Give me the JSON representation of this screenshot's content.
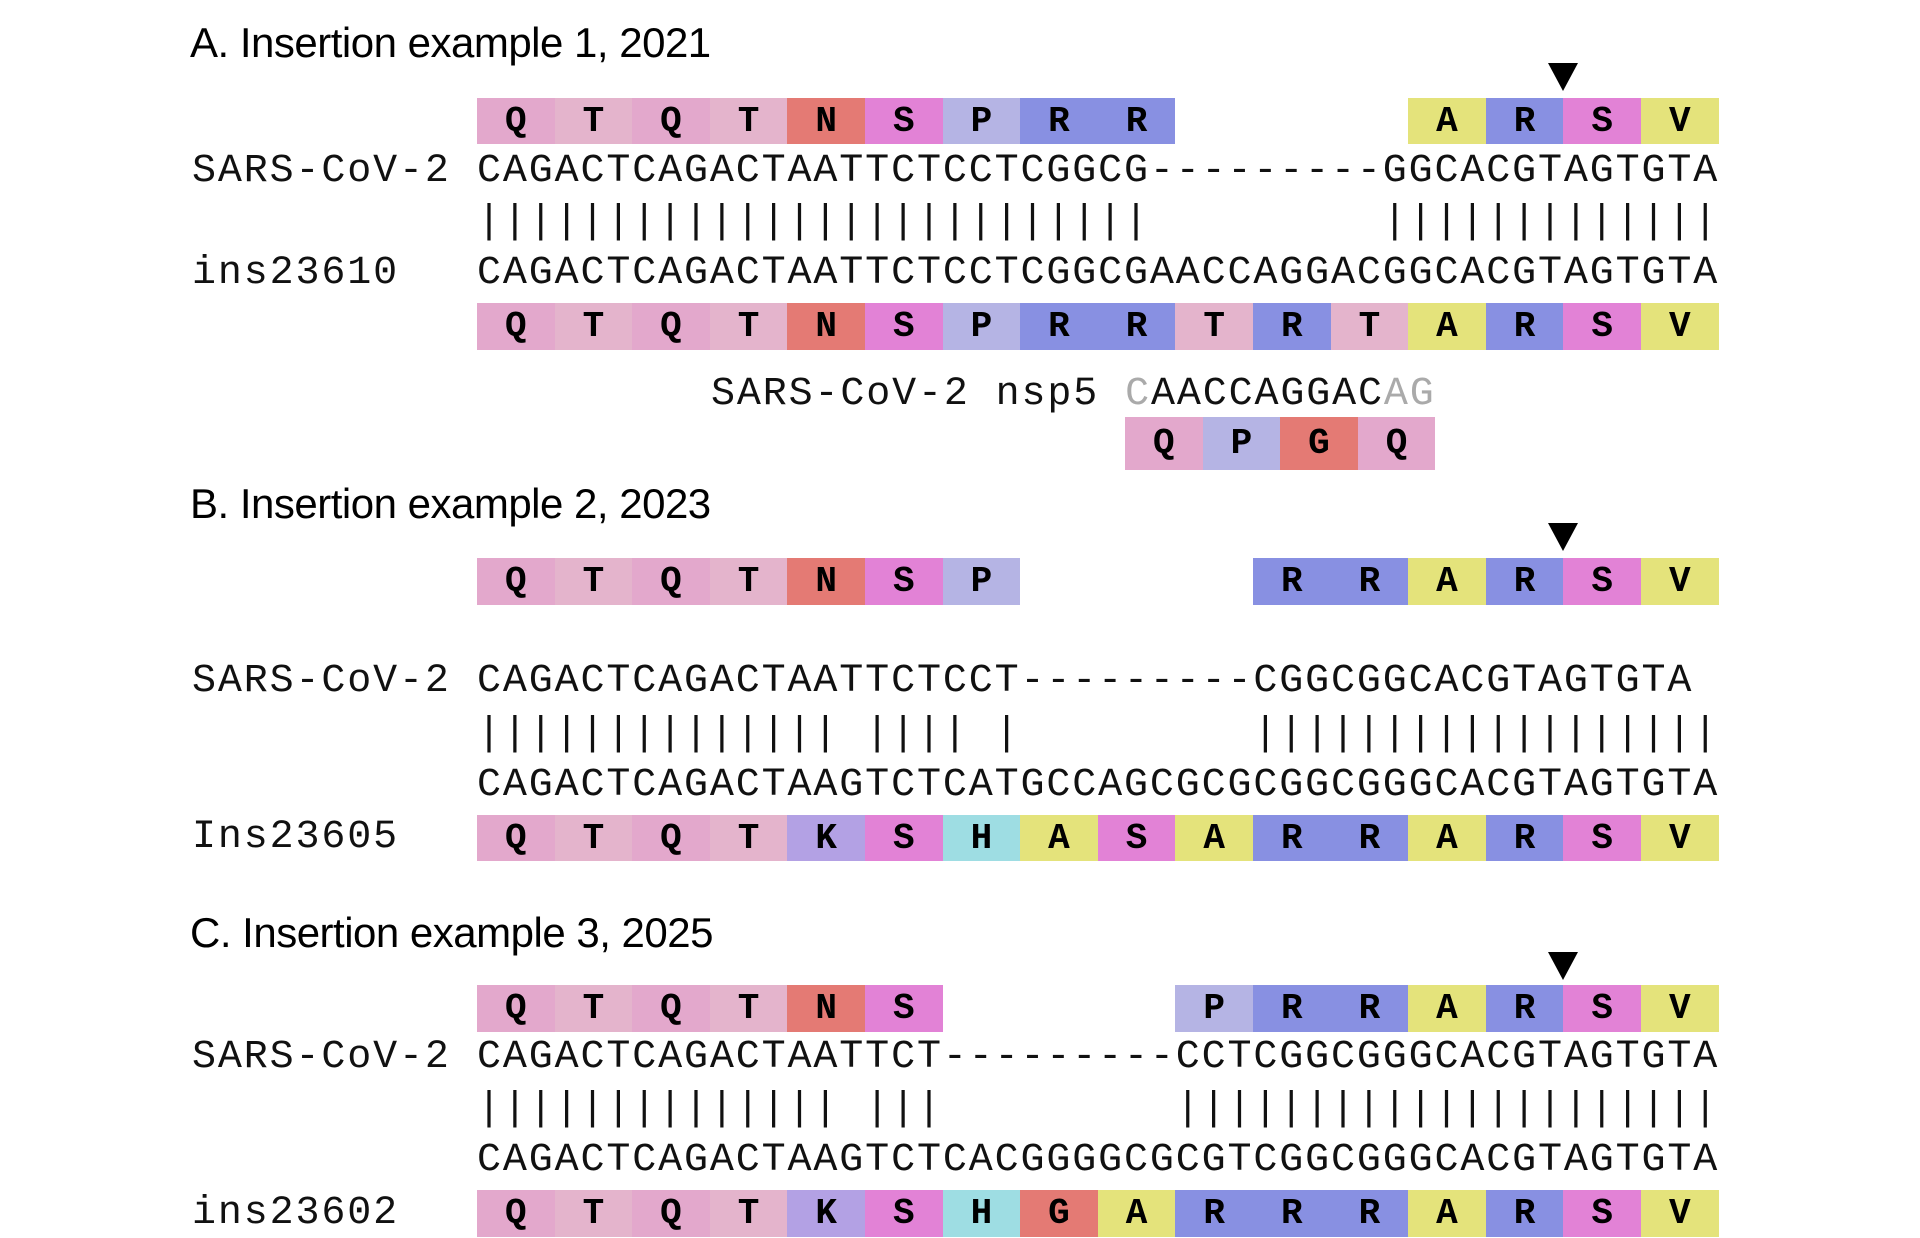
{
  "colors": {
    "Q": "#e3a8cc",
    "T": "#e4b4cc",
    "N": "#e47a74",
    "S": "#e282d6",
    "P": "#b5b4e4",
    "R": "#8890e2",
    "A": "#e4e37b",
    "K": "#b3a1e4",
    "H": "#9edde3",
    "G": "#e47a74",
    "V": "#e4e37b"
  },
  "panels": [
    {
      "title": "A. Insertion example 1, 2021",
      "top_aa": {
        "left": [
          "Q",
          "T",
          "Q",
          "T",
          "N",
          "S",
          "P",
          "R",
          "R"
        ],
        "right": [
          "A",
          "R",
          "S",
          "V"
        ]
      },
      "ref_label": "SARS-CoV-2",
      "ref_seq": "CAGACTCAGACTAATTCTCCTCGGCG---------GGCACGTAGTGTA",
      "match": "||||||||||||||||||||||||||         |||||||||||||",
      "ins_label": "ins23610",
      "ins_seq": "CAGACTCAGACTAATTCTCCTCGGCGAACCAGGACGGCACGTAGTGTA",
      "bottom_aa": [
        "Q",
        "T",
        "Q",
        "T",
        "N",
        "S",
        "P",
        "R",
        "R",
        "T",
        "R",
        "T",
        "A",
        "R",
        "S",
        "V"
      ],
      "source": {
        "label": "SARS-CoV-2 nsp5",
        "seq_pre": "C",
        "seq_main": "AACCAGGAC",
        "seq_post": "AG",
        "aa": [
          "Q",
          "P",
          "G",
          "Q"
        ]
      }
    },
    {
      "title": "B. Insertion example 2, 2023",
      "top_aa": {
        "left": [
          "Q",
          "T",
          "Q",
          "T",
          "N",
          "S",
          "P"
        ],
        "right": [
          "R",
          "R",
          "A",
          "R",
          "S",
          "V"
        ]
      },
      "ref_label": "SARS-CoV-2",
      "ref_seq": "CAGACTCAGACTAATTCTCCT---------CGGCGGCACGTAGTGTA",
      "match": "|||||||||||||| |||| |         ||||||||||||||||||",
      "ins_label": "Ins23605",
      "ins_seq": "CAGACTCAGACTAAGTCTCATGCCAGCGCGCGGCGGGCACGTAGTGTA",
      "bottom_aa": [
        "Q",
        "T",
        "Q",
        "T",
        "K",
        "S",
        "H",
        "A",
        "S",
        "A",
        "R",
        "R",
        "A",
        "R",
        "S",
        "V"
      ]
    },
    {
      "title": "C. Insertion example 3, 2025",
      "top_aa": {
        "left": [
          "Q",
          "T",
          "Q",
          "T",
          "N",
          "S"
        ],
        "right": [
          "P",
          "R",
          "R",
          "A",
          "R",
          "S",
          "V"
        ]
      },
      "ref_label": "SARS-CoV-2",
      "ref_seq": "CAGACTCAGACTAATTCT---------CCTCGGCGGGCACGTAGTGTA",
      "match": "|||||||||||||| |||         |||||||||||||||||||||",
      "ins_label": "ins23602",
      "ins_seq": "CAGACTCAGACTAAGTCTCACGGGGCGCGTCGGCGGGCACGTAGTGTA",
      "bottom_aa": [
        "Q",
        "T",
        "Q",
        "T",
        "K",
        "S",
        "H",
        "G",
        "A",
        "R",
        "R",
        "R",
        "A",
        "R",
        "S",
        "V"
      ]
    }
  ]
}
